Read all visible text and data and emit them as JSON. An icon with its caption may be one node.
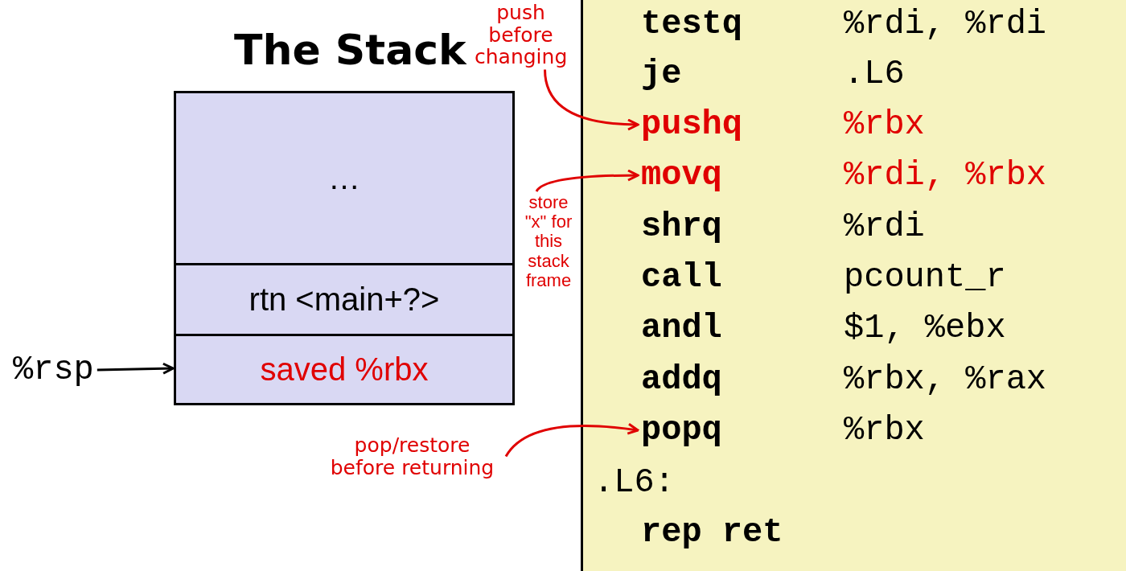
{
  "diagram": {
    "nodes": [
      {
        "text": [
          "The Stack"
        ]
      },
      {
        "text": [
          "…"
        ],
        "in": 0
      },
      {
        "text": [
          "rtn <main+?>"
        ],
        "in": 0
      },
      {
        "text": [
          "saved %rbx"
        ],
        "in": 0
      },
      {
        "text": [
          "%rsp"
        ]
      },
      {
        "text": [],
        "shape": "box"
      },
      {
        "text": [
          "testq",
          "%rdi, %rdi"
        ],
        "in": 5
      },
      {
        "text": [
          "je",
          ".L6"
        ],
        "in": 5
      },
      {
        "text": [
          "pushq",
          "%rbx"
        ],
        "in": 5
      },
      {
        "text": [
          "movq",
          "%rdi, %rbx"
        ],
        "in": 5
      },
      {
        "text": [
          "shrq",
          "%rdi"
        ],
        "in": 5
      },
      {
        "text": [
          "call",
          "pcount_r"
        ],
        "in": 5
      },
      {
        "text": [
          "andl",
          "$1, %ebx"
        ],
        "in": 5
      },
      {
        "text": [
          "addq",
          "%rbx, %rax"
        ],
        "in": 5
      },
      {
        "text": [
          "popq",
          "%rbx"
        ],
        "in": 5
      },
      {
        "text": [
          ".L6:"
        ],
        "in": 5
      },
      {
        "text": [
          "rep ret"
        ],
        "in": 5
      },
      {
        "text": [
          "push before changing"
        ]
      },
      {
        "text": [
          "store \"x\" for this stack frame"
        ]
      },
      {
        "text": [
          "pop/restore before returning"
        ]
      }
    ],
    "edges": [
      {
        "from": 4,
        "to": 3,
        "arrow": "to",
        "color": "#000000"
      },
      {
        "from": 17,
        "to": 8,
        "arrow": "to"
      },
      {
        "from": 18,
        "to": 9,
        "arrow": "to"
      },
      {
        "from": 19,
        "to": 14,
        "arrow": "to"
      }
    ]
  }
}
